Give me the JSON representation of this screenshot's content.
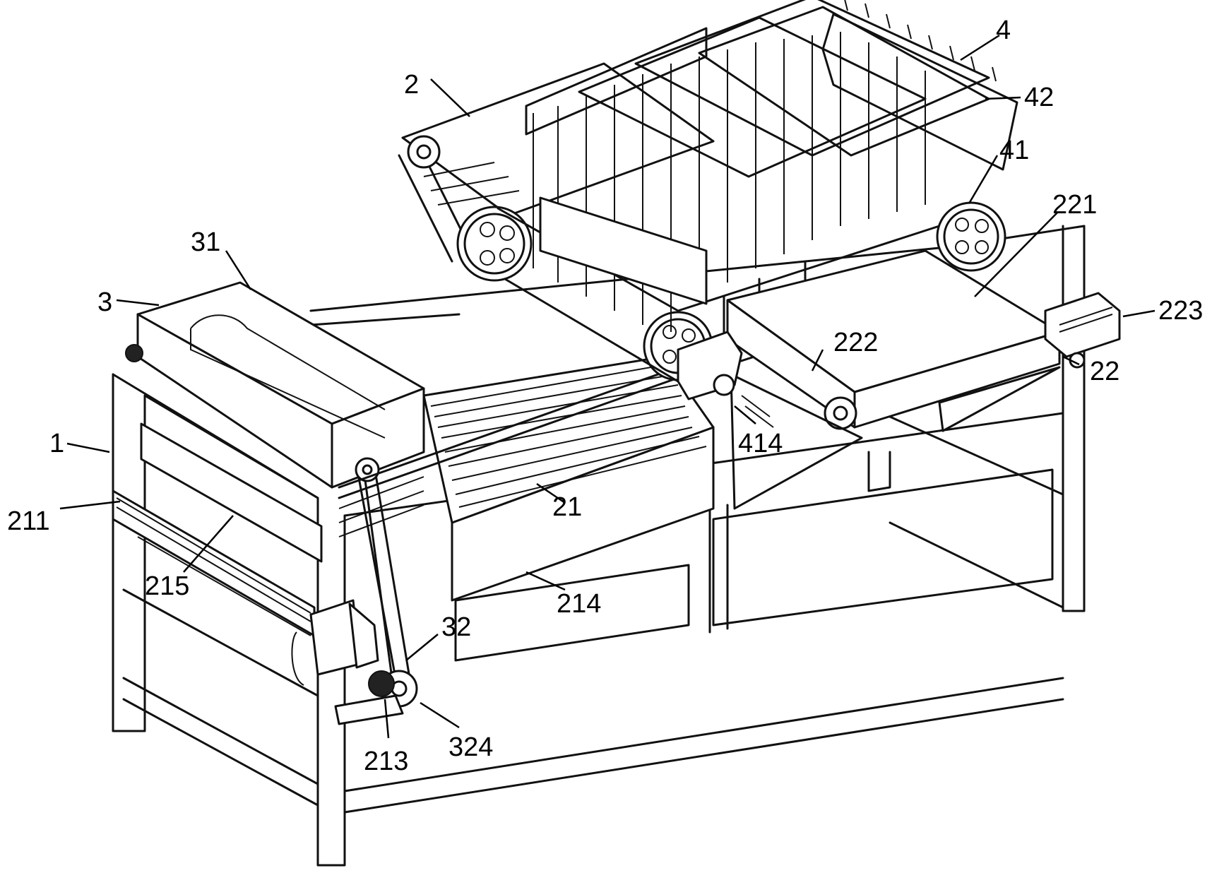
{
  "labels": {
    "l1": "1",
    "l2": "2",
    "l3": "3",
    "l4": "4",
    "l21": "21",
    "l22": "22",
    "l31": "31",
    "l32": "32",
    "l41": "41",
    "l42": "42",
    "l211": "211",
    "l213": "213",
    "l214": "214",
    "l215": "215",
    "l221": "221",
    "l222": "222",
    "l223": "223",
    "l324": "324",
    "l414": "414"
  }
}
